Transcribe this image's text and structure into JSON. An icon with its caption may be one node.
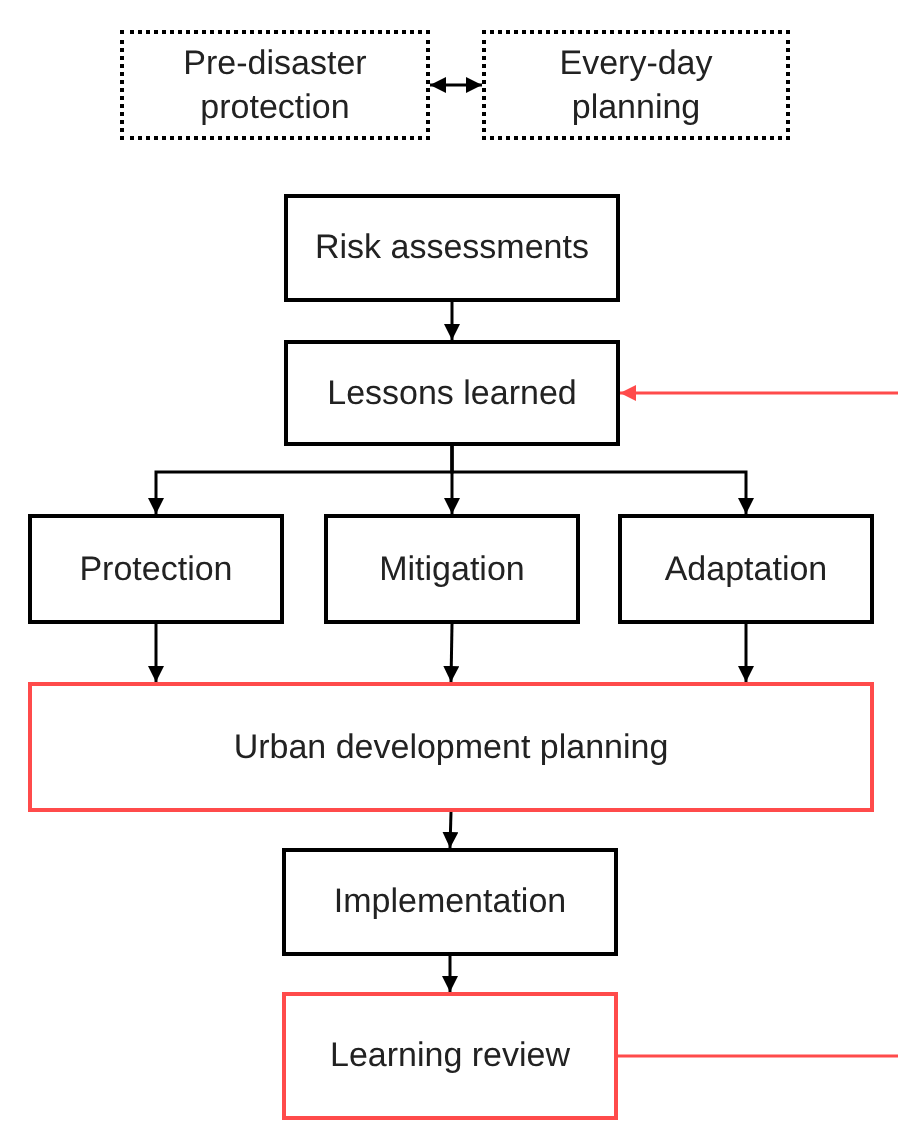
{
  "diagram": {
    "nodes": [
      {
        "text": [
          "Pre-disaster protection"
        ]
      },
      {
        "text": [
          "Every-day planning"
        ]
      },
      {
        "text": [
          "Risk assessments"
        ]
      },
      {
        "text": [
          "Lessons learned"
        ]
      },
      {
        "text": [
          "Protection"
        ]
      },
      {
        "text": [
          "Mitigation"
        ]
      },
      {
        "text": [
          "Adaptation"
        ]
      },
      {
        "text": [
          "Urban development planning"
        ]
      },
      {
        "text": [
          "Implementation"
        ]
      },
      {
        "text": [
          "Learning review"
        ]
      }
    ],
    "edges": [
      {
        "from": 0,
        "to": 1,
        "arrow": "both"
      },
      {
        "from": 2,
        "to": 3,
        "arrow": "to"
      },
      {
        "from": 3,
        "to": 4,
        "arrow": "to"
      },
      {
        "from": 3,
        "to": 5,
        "arrow": "to"
      },
      {
        "from": 3,
        "to": 6,
        "arrow": "to"
      },
      {
        "from": 4,
        "to": 7,
        "arrow": "to"
      },
      {
        "from": 5,
        "to": 7,
        "arrow": "to"
      },
      {
        "from": 6,
        "to": 7,
        "arrow": "to"
      },
      {
        "from": 7,
        "to": 8,
        "arrow": "to"
      },
      {
        "from": 8,
        "to": 9,
        "arrow": "to"
      },
      {
        "from": null,
        "to": 3,
        "arrow": "to",
        "color": "#ff4b4b"
      },
      {
        "from": 9,
        "to": null,
        "arrow": "none",
        "color": "#ff4b4b"
      }
    ]
  }
}
